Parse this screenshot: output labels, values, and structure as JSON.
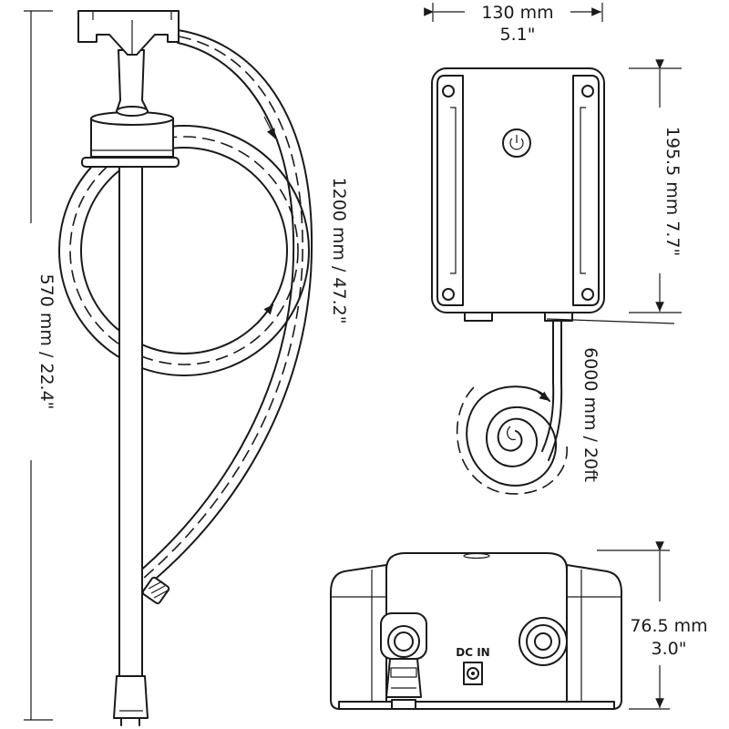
{
  "pump_length": "570 mm / 22.4\"",
  "hose_length": "1200 mm / 47.2\"",
  "width_mm": "130 mm",
  "width_in": "5.1\"",
  "height_label": "195.5 mm  7.7\"",
  "cable_length": "6000 mm /  20ft",
  "depth_mm": "76.5 mm",
  "depth_in": "3.0\"",
  "port_label": "DC IN",
  "icons": [
    "power-icon",
    "arrow-icon"
  ]
}
